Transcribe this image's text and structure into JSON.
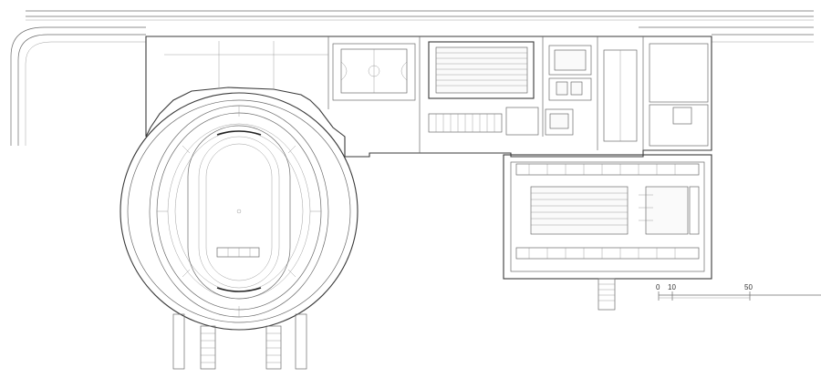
{
  "scale_bar": {
    "labels": [
      "0",
      "10",
      "50"
    ]
  },
  "palette": {
    "line": "#6b6b6b",
    "wall": "#3a3a3a",
    "background": "#ffffff"
  }
}
